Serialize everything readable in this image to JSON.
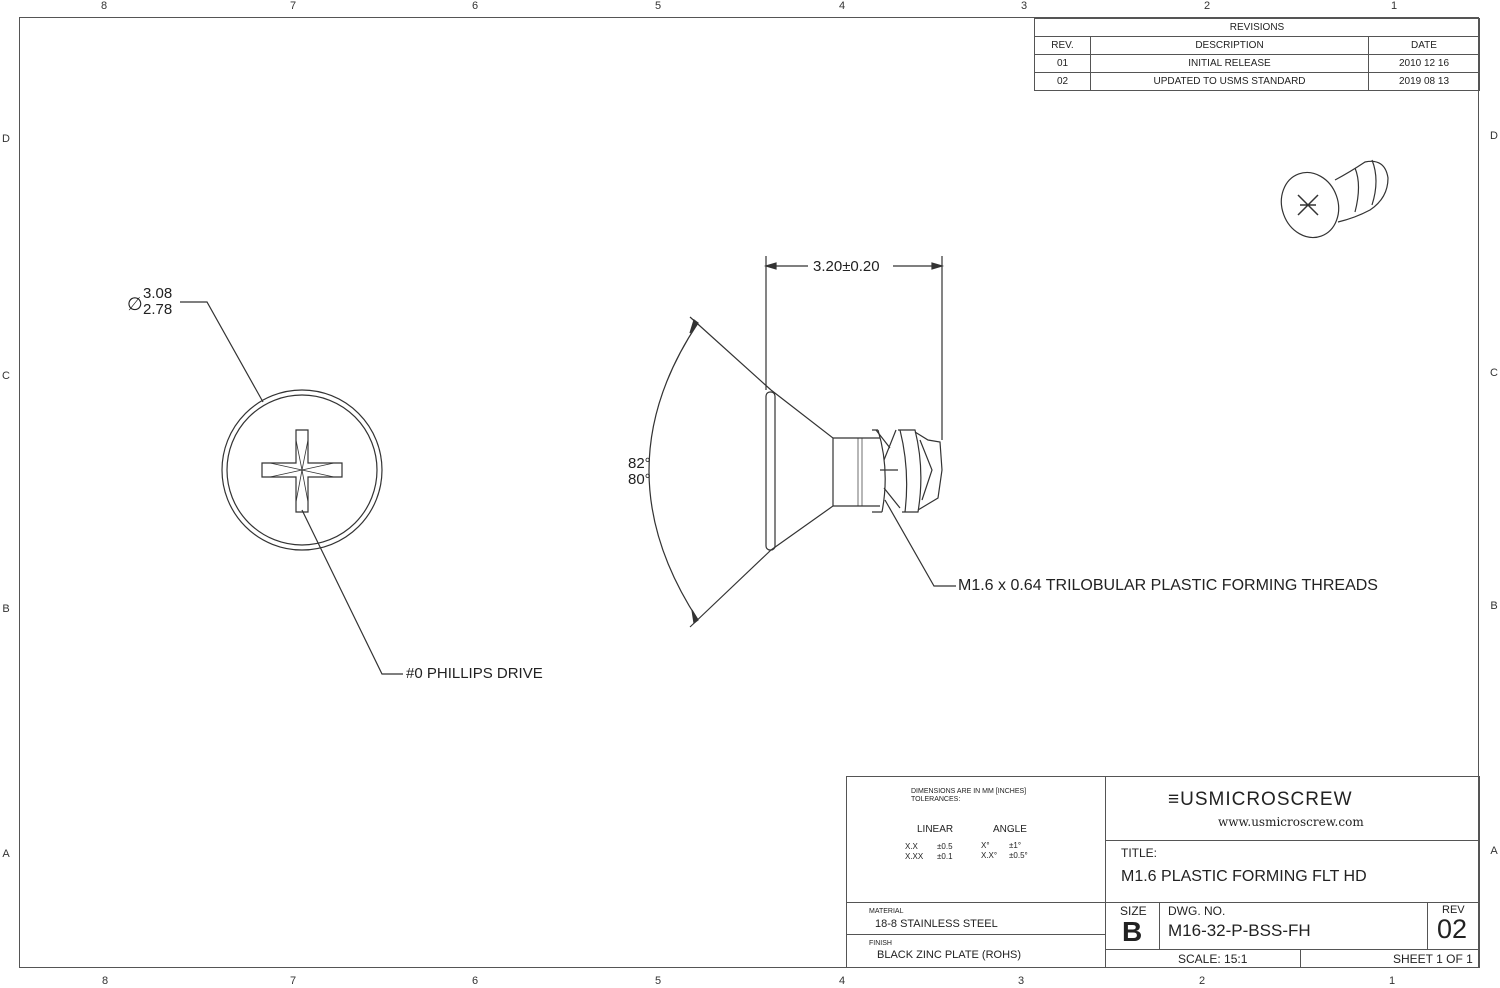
{
  "zones": {
    "cols": [
      "8",
      "7",
      "6",
      "5",
      "4",
      "3",
      "2",
      "1"
    ],
    "rows": [
      "D",
      "C",
      "B",
      "A"
    ]
  },
  "revisions": {
    "title": "REVISIONS",
    "headers": [
      "REV.",
      "DESCRIPTION",
      "DATE"
    ],
    "rows": [
      {
        "rev": "01",
        "desc": "INITIAL RELEASE",
        "date": "2010 12 16"
      },
      {
        "rev": "02",
        "desc": "UPDATED TO USMS STANDARD",
        "date": "2019 08 13"
      }
    ]
  },
  "callouts": {
    "diameter_symbol": "∅",
    "diameter_max": "3.08",
    "diameter_min": "2.78",
    "drive": "#0 PHILLIPS DRIVE",
    "length": "3.20±0.20",
    "angle_max": "82°",
    "angle_min": "80°",
    "threads": "M1.6 x 0.64 TRILOBULAR PLASTIC FORMING THREADS"
  },
  "title_block": {
    "dim_note_1": "DIMENSIONS ARE IN MM [INCHES]",
    "dim_note_2": "TOLERANCES:",
    "linear_label": "LINEAR",
    "angle_label": "ANGLE",
    "tol_xx": "X.X",
    "tol_xx_val": "±0.5",
    "tol_xxx": "X.XX",
    "tol_xxx_val": "±0.1",
    "tol_ang1": "X°",
    "tol_ang1_val": "±1°",
    "tol_ang2": "X.X°",
    "tol_ang2_val": "±0.5°",
    "material_label": "MATERIAL",
    "material": "18-8 STAINLESS STEEL",
    "finish_label": "FINISH",
    "finish": "BLACK ZINC PLATE (ROHS)",
    "company": "USMICROSCREW",
    "website": "www.usmicroscrew.com",
    "title_label": "TITLE:",
    "title": "M1.6 PLASTIC FORMING FLT HD",
    "size_label": "SIZE",
    "size": "B",
    "dwg_label": "DWG.  NO.",
    "dwg_no": "M16-32-P-BSS-FH",
    "rev_label": "REV",
    "rev": "02",
    "scale": "SCALE: 15:1",
    "sheet": "SHEET 1 OF 1"
  }
}
